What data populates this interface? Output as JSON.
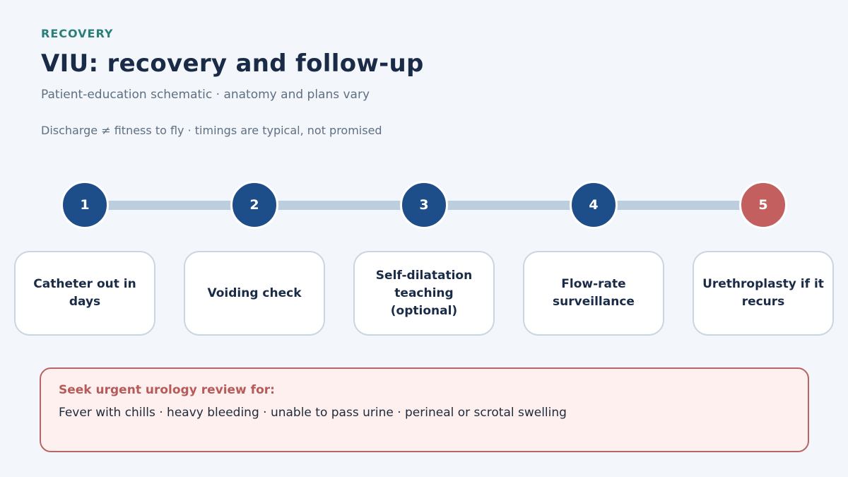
{
  "header": {
    "eyebrow": "RECOVERY",
    "title": "VIU: recovery and follow-up",
    "subtitle": "Patient-education schematic · anatomy and plans vary",
    "note": "Discharge ≠ fitness to fly · timings are typical, not promised"
  },
  "colors": {
    "step": "#1e4e8a",
    "step_final": "#c45f5f",
    "connector": "#bccede",
    "alert_border": "#b96565",
    "alert_background": "#fdf0ef"
  },
  "steps": [
    {
      "number": "1",
      "label": "Catheter out in days"
    },
    {
      "number": "2",
      "label": "Voiding check"
    },
    {
      "number": "3",
      "label": "Self-dilatation teaching (optional)"
    },
    {
      "number": "4",
      "label": "Flow-rate surveillance"
    },
    {
      "number": "5",
      "label": "Urethroplasty if it recurs"
    }
  ],
  "alert": {
    "heading": "Seek urgent urology review for:",
    "body": "Fever with chills · heavy bleeding · unable to pass urine · perineal or scrotal swelling"
  }
}
